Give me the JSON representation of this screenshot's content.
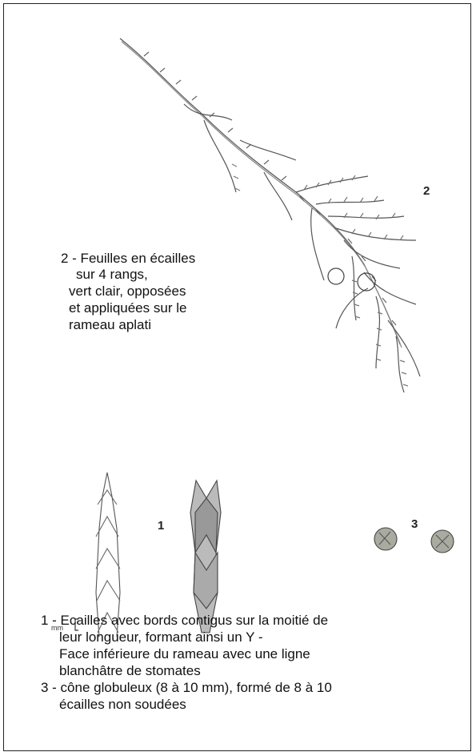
{
  "labels": {
    "fig1": "1",
    "fig2": "2",
    "fig3": "3",
    "scale_unit": "mm"
  },
  "caption2": {
    "line1": "2 - Feuilles en écailles",
    "line2": "sur 4 rangs,",
    "line3": "vert clair, opposées",
    "line4": "et appliquées sur le",
    "line5": "rameau aplati"
  },
  "caption1": {
    "line1": "1 - Ecailles avec bords contigus sur la moitié de",
    "line2": "leur longueur, formant ainsi un Y -",
    "line3": "Face inférieure du rameau avec une ligne",
    "line4": "blanchâtre de stomates"
  },
  "caption3": {
    "line1": "3 - cône globuleux (8 à 10 mm), formé de 8 à 10",
    "line2": "écailles non soudées"
  }
}
